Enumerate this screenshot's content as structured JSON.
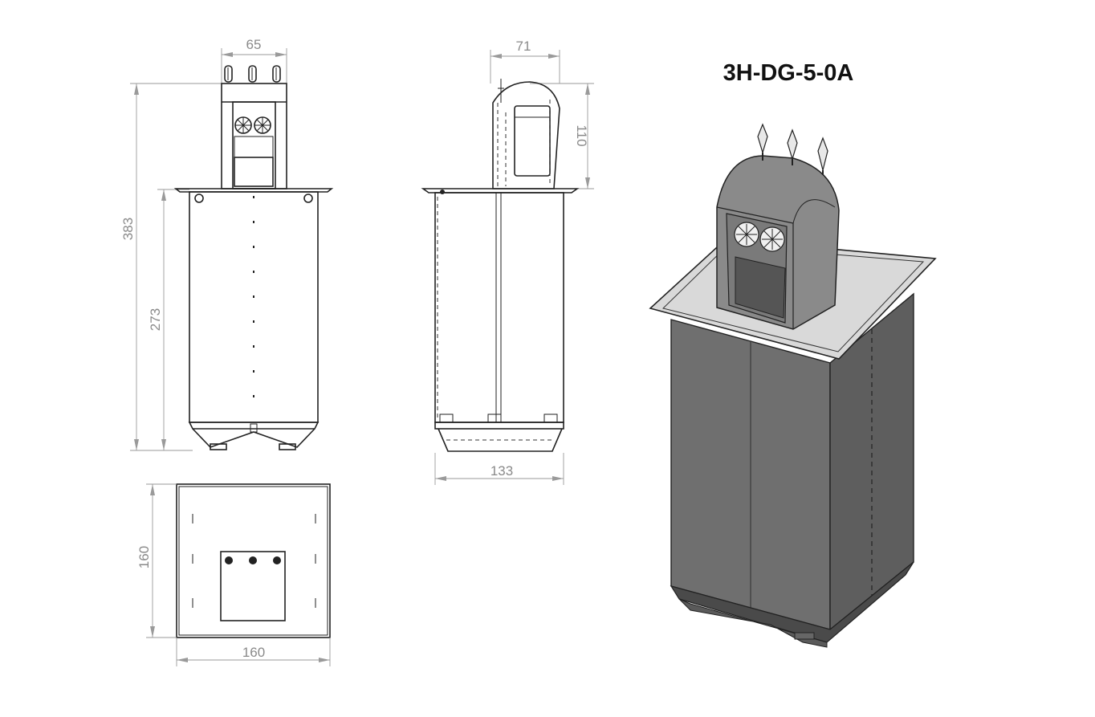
{
  "title": "3H-DG-5-0A",
  "dimensions": {
    "front_top_width": "65",
    "overall_height": "383",
    "body_height": "273",
    "side_top_width": "71",
    "side_top_height": "110",
    "side_body_width": "133",
    "plan_height": "160",
    "plan_width": "160"
  },
  "colors": {
    "line": "#222222",
    "dimension": "#9a9a9a",
    "iso_face_left": "#6f6f6f",
    "iso_face_right": "#5e5e5e",
    "iso_flange": "#d9d9d9"
  }
}
